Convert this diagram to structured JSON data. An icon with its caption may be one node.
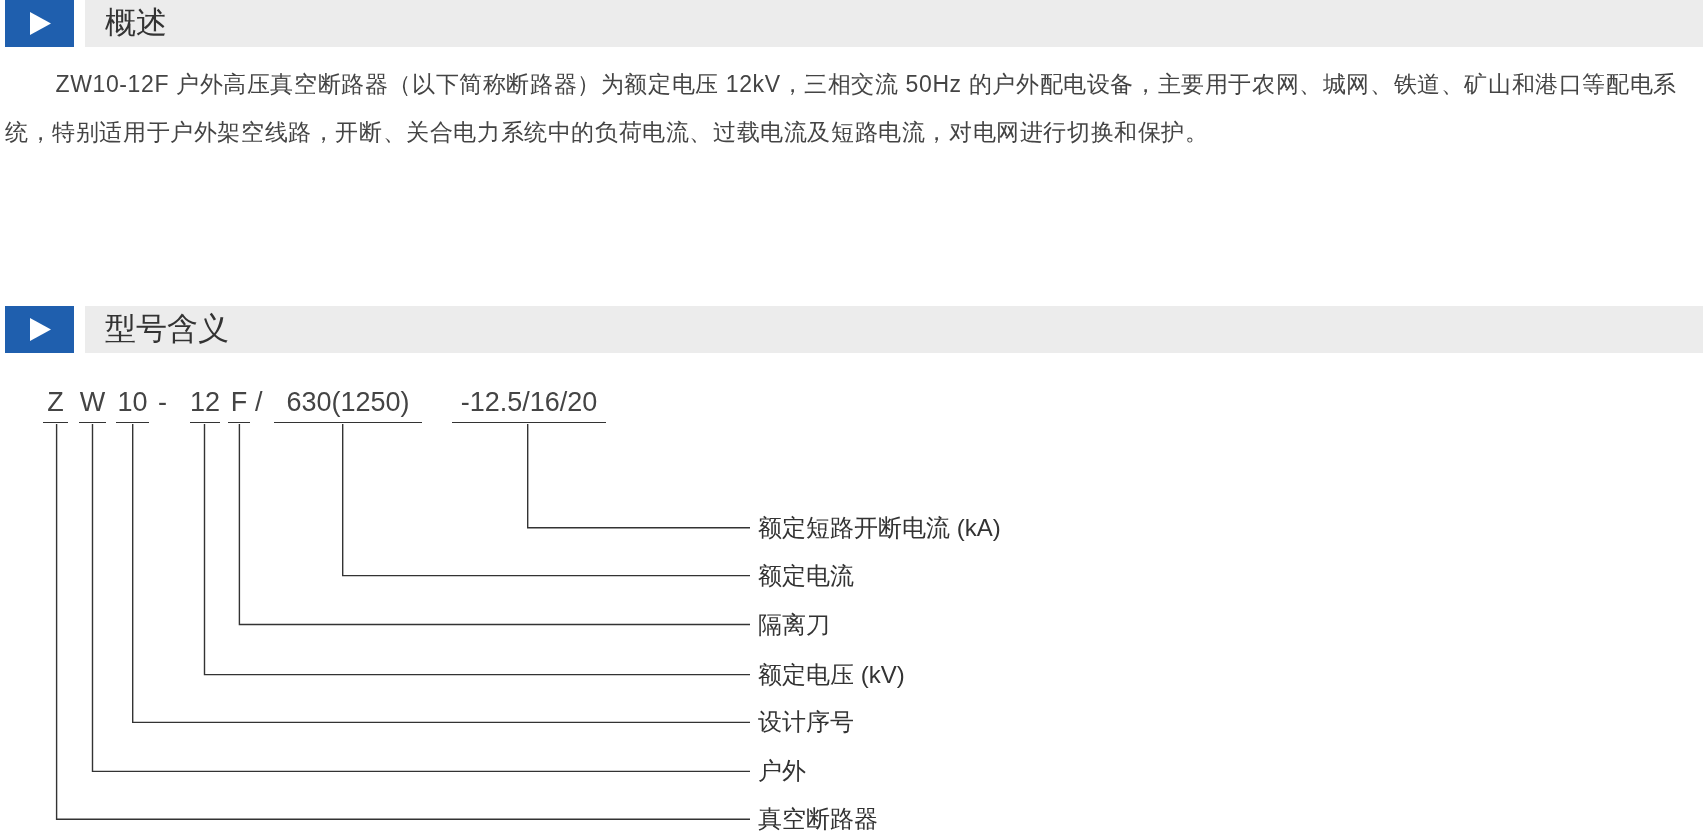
{
  "diagram": {
    "nodes": [
      {
        "text": [
          "Z"
        ]
      },
      {
        "text": [
          "W"
        ]
      },
      {
        "text": [
          "10"
        ]
      },
      {
        "text": [
          "12"
        ]
      },
      {
        "text": [
          "F"
        ]
      },
      {
        "text": [
          "630(1250)"
        ]
      },
      {
        "text": [
          "-12.5/16/20"
        ]
      },
      {
        "text": [
          "额定短路开断电流 (kA)"
        ]
      },
      {
        "text": [
          "额定电流"
        ]
      },
      {
        "text": [
          "隔离刀"
        ]
      },
      {
        "text": [
          "额定电压 (kV)"
        ]
      },
      {
        "text": [
          "设计序号"
        ]
      },
      {
        "text": [
          "户外"
        ]
      },
      {
        "text": [
          "真空断路器"
        ]
      }
    ],
    "edges": [
      {
        "from": 7,
        "to": 6,
        "arrow": "none"
      },
      {
        "from": 8,
        "to": 5,
        "arrow": "none"
      },
      {
        "from": 9,
        "to": 4,
        "arrow": "none"
      },
      {
        "from": 10,
        "to": 3,
        "arrow": "none"
      },
      {
        "from": 11,
        "to": 2,
        "arrow": "none"
      },
      {
        "from": 12,
        "to": 1,
        "arrow": "none"
      },
      {
        "from": 13,
        "to": 0,
        "arrow": "none"
      }
    ],
    "labels": [
      "概述",
      "ZW10-12F 户外高压真空断路器（以下简称断路器）为额定电压 12kV，三相交流 50Hz 的户外配电设备，主要用于农网、城网、铁道、矿山和港口等配电系统，特别适用于户外架空线路，开断、关合电力系统中的负荷电流、过载电流及短路电流，对电网进行切换和保护。",
      "型号含义",
      "-",
      "/"
    ]
  }
}
